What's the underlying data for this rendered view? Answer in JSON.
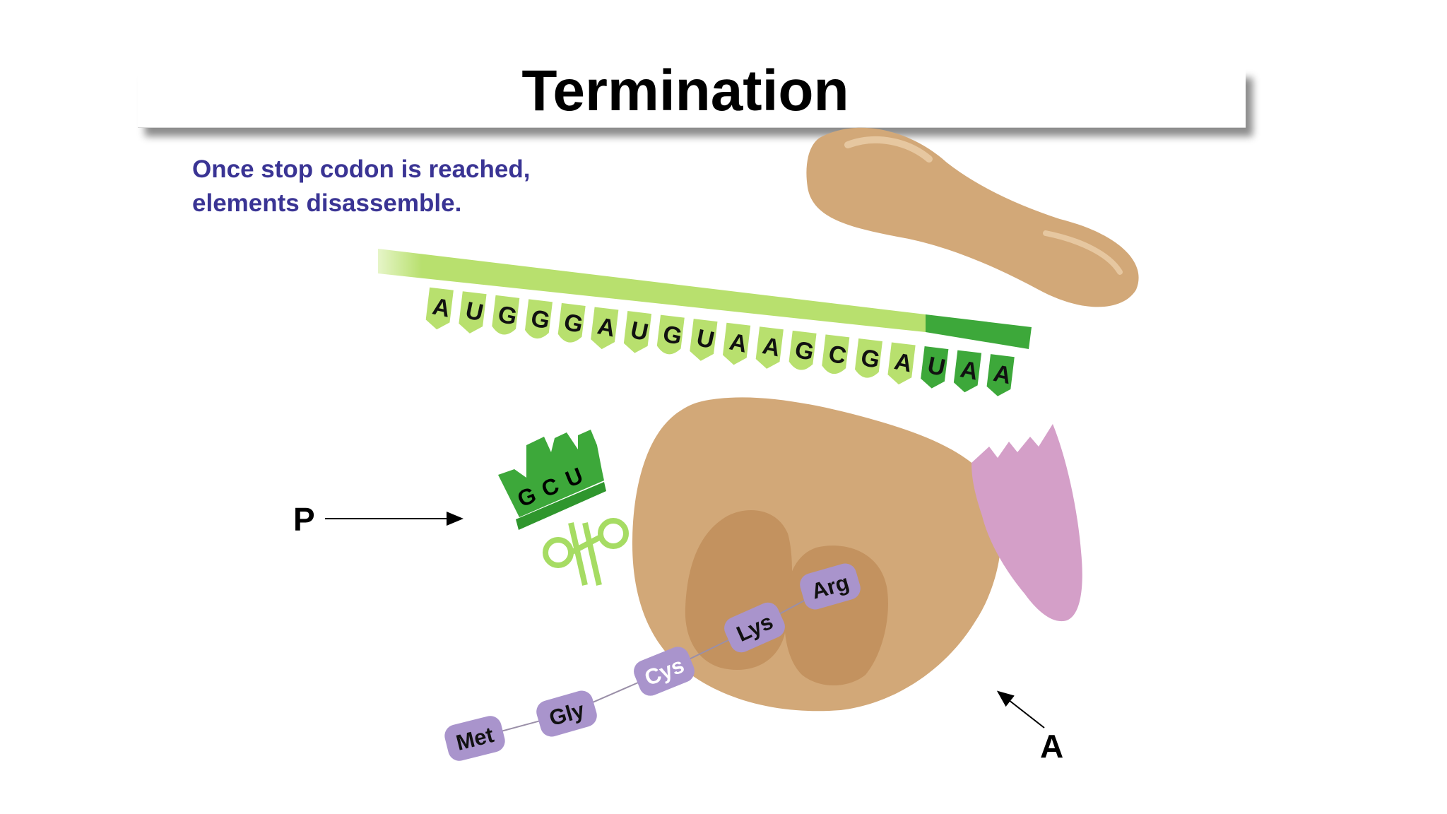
{
  "title": "Termination",
  "caption": {
    "line1": "Once stop codon is reached,",
    "line2": "elements disassemble."
  },
  "mrna": {
    "codons": [
      "A",
      "U",
      "G",
      "G",
      "G",
      "A",
      "U",
      "G",
      "U",
      "A",
      "A",
      "G",
      "C",
      "G",
      "A"
    ],
    "stop_codon": [
      "U",
      "A",
      "A"
    ]
  },
  "trna": {
    "anticodon": [
      "G",
      "C",
      "U"
    ]
  },
  "peptide": [
    "Met",
    "Gly",
    "Cys",
    "Lys",
    "Arg"
  ],
  "labels": {
    "p_site": "P",
    "a_site": "A"
  },
  "colors": {
    "caption": "#3a3494",
    "mrna_light": "#b8e06e",
    "mrna_dark": "#3da83a",
    "ribosome": "#d2a878",
    "ribosome_site": "#c3925f",
    "release_factor": "#d49fc8",
    "amino_acid": "#a994cc"
  }
}
